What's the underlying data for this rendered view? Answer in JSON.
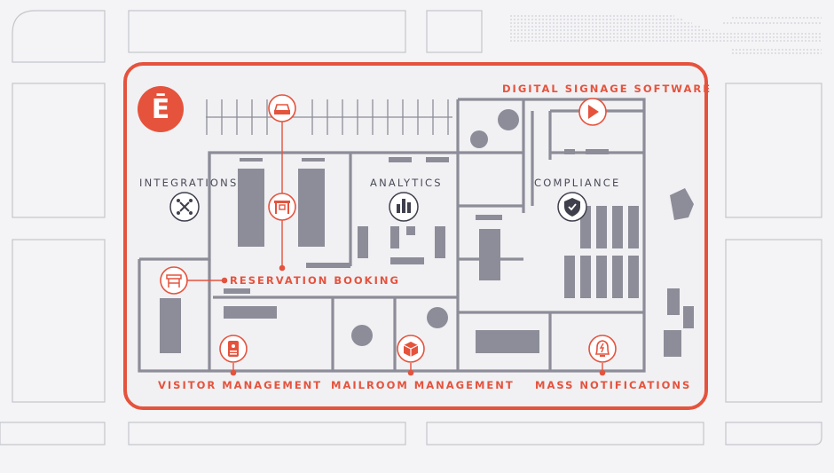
{
  "brand": {
    "logo_letter": "Ē",
    "accent_color": "#e5533d",
    "plan_color": "#8c8d98"
  },
  "features": {
    "digital_signage": "DIGITAL SIGNAGE SOFTWARE",
    "integrations": "INTEGRATIONS",
    "analytics": "ANALYTICS",
    "compliance": "COMPLIANCE",
    "reservation_booking": "RESERVATION BOOKING",
    "visitor_management": "VISITOR MANAGEMENT",
    "mailroom_management": "MAILROOM MANAGEMENT",
    "mass_notifications": "MASS NOTIFICATIONS"
  },
  "icons": [
    "car-icon",
    "integrations-icon",
    "desk-icon",
    "analytics-icon",
    "compliance-shield-icon",
    "play-icon",
    "chair-icon",
    "visitor-badge-icon",
    "package-icon",
    "alarm-bell-icon"
  ]
}
